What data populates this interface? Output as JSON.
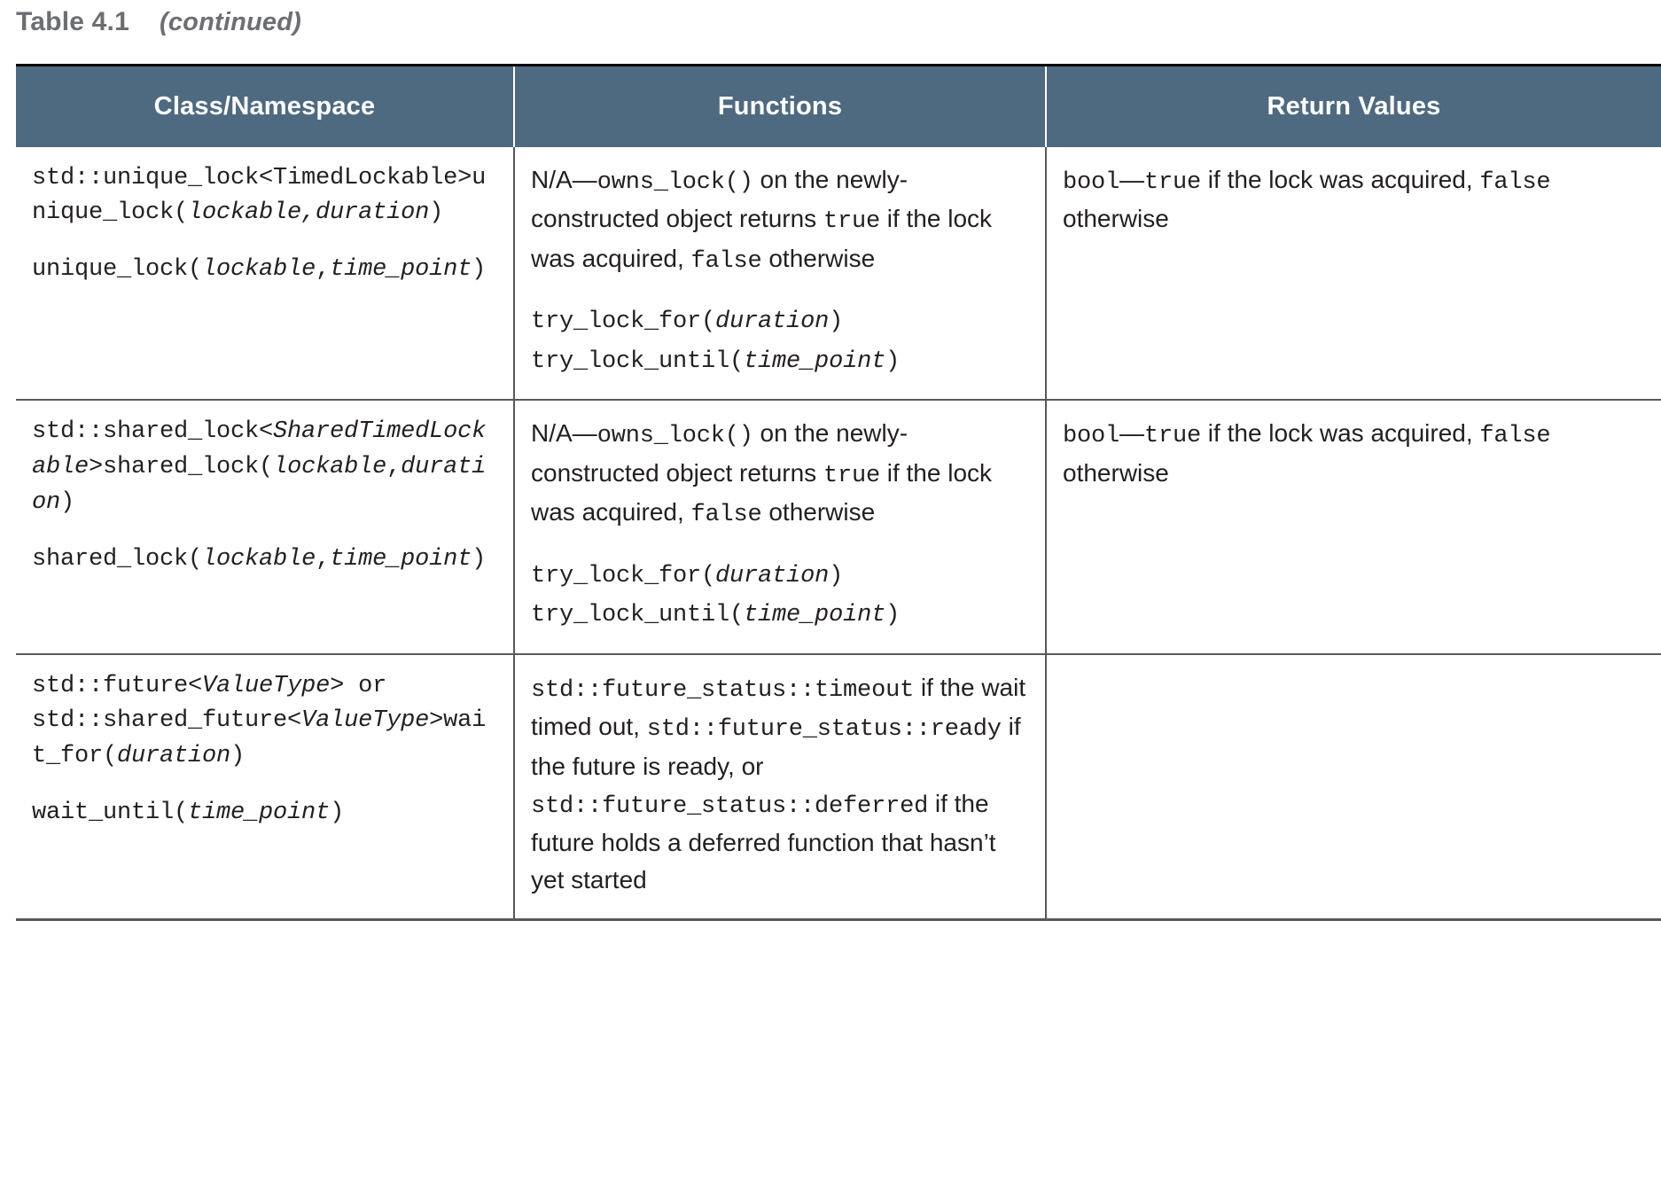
{
  "caption": {
    "number": "Table 4.1",
    "continued": "(continued)"
  },
  "colors": {
    "header_bg": "#4e6a80",
    "header_text": "#ffffff",
    "rule": "#58595b",
    "caption_text": "#6d6e71",
    "body_text": "#231f20"
  },
  "table": {
    "columns": [
      "Class/Namespace",
      "Functions",
      "Return Values"
    ],
    "rows": [
      {
        "class_namespace": {
          "blocks": [
            [
              {
                "t": "std::unique_lock<TimedLockable>unique_lock(",
                "s": "mono"
              },
              {
                "t": "lockable,duration",
                "s": "mono-i"
              },
              {
                "t": ")",
                "s": "mono"
              }
            ],
            [
              {
                "t": "unique_lock(",
                "s": "mono"
              },
              {
                "t": "lockable",
                "s": "mono-i"
              },
              {
                "t": ",",
                "s": "mono"
              },
              {
                "t": "time_point",
                "s": "mono-i"
              },
              {
                "t": ")",
                "s": "mono"
              }
            ]
          ]
        },
        "functions": {
          "blocks": [
            [
              {
                "t": "N/A—",
                "s": "sans"
              },
              {
                "t": "owns_lock()",
                "s": "mono"
              },
              {
                "t": " on the newly-constructed object returns ",
                "s": "sans"
              },
              {
                "t": "true",
                "s": "mono"
              },
              {
                "t": " if the lock was acquired, ",
                "s": "sans"
              },
              {
                "t": "false",
                "s": "mono"
              },
              {
                "t": " otherwise",
                "s": "sans"
              }
            ],
            [
              {
                "t": "try_lock_for(",
                "s": "mono"
              },
              {
                "t": "duration",
                "s": "mono-i"
              },
              {
                "t": ")",
                "s": "mono"
              },
              {
                "t": "\n",
                "s": "br"
              },
              {
                "t": "try_lock_until(",
                "s": "mono"
              },
              {
                "t": "time_point",
                "s": "mono-i"
              },
              {
                "t": ")",
                "s": "mono"
              }
            ]
          ]
        },
        "return_values": {
          "blocks": [
            [
              {
                "t": "bool",
                "s": "mono"
              },
              {
                "t": "—",
                "s": "sans"
              },
              {
                "t": "true",
                "s": "mono"
              },
              {
                "t": " if the lock was acquired, ",
                "s": "sans"
              },
              {
                "t": "false",
                "s": "mono"
              },
              {
                "t": " otherwise",
                "s": "sans"
              }
            ]
          ]
        }
      },
      {
        "class_namespace": {
          "blocks": [
            [
              {
                "t": "std::shared_lock<",
                "s": "mono"
              },
              {
                "t": "SharedTimedLockable",
                "s": "mono-i"
              },
              {
                "t": ">shared_lock(",
                "s": "mono"
              },
              {
                "t": "lockable",
                "s": "mono-i"
              },
              {
                "t": ",",
                "s": "mono"
              },
              {
                "t": "duration",
                "s": "mono-i"
              },
              {
                "t": ")",
                "s": "mono"
              }
            ],
            [
              {
                "t": "shared_lock(",
                "s": "mono"
              },
              {
                "t": "lockable",
                "s": "mono-i"
              },
              {
                "t": ",",
                "s": "mono"
              },
              {
                "t": "time_point",
                "s": "mono-i"
              },
              {
                "t": ")",
                "s": "mono"
              }
            ]
          ]
        },
        "functions": {
          "blocks": [
            [
              {
                "t": "N/A—",
                "s": "sans"
              },
              {
                "t": "owns_lock()",
                "s": "mono"
              },
              {
                "t": " on the newly-constructed object returns ",
                "s": "sans"
              },
              {
                "t": "true",
                "s": "mono"
              },
              {
                "t": " if the lock was acquired, ",
                "s": "sans"
              },
              {
                "t": "false",
                "s": "mono"
              },
              {
                "t": " otherwise",
                "s": "sans"
              }
            ],
            [
              {
                "t": "try_lock_for(",
                "s": "mono"
              },
              {
                "t": "duration",
                "s": "mono-i"
              },
              {
                "t": ")",
                "s": "mono"
              },
              {
                "t": "\n",
                "s": "br"
              },
              {
                "t": "try_lock_until(",
                "s": "mono"
              },
              {
                "t": "time_point",
                "s": "mono-i"
              },
              {
                "t": ")",
                "s": "mono"
              }
            ]
          ]
        },
        "return_values": {
          "blocks": [
            [
              {
                "t": "bool",
                "s": "mono"
              },
              {
                "t": "—",
                "s": "sans"
              },
              {
                "t": "true",
                "s": "mono"
              },
              {
                "t": " if the lock was acquired, ",
                "s": "sans"
              },
              {
                "t": "false",
                "s": "mono"
              },
              {
                "t": " otherwise",
                "s": "sans"
              }
            ]
          ]
        }
      },
      {
        "class_namespace": {
          "blocks": [
            [
              {
                "t": "std::future<",
                "s": "mono"
              },
              {
                "t": "ValueType",
                "s": "mono-i"
              },
              {
                "t": "> or ",
                "s": "mono"
              },
              {
                "t": "\n",
                "s": "br"
              },
              {
                "t": "std::shared_future<",
                "s": "mono"
              },
              {
                "t": "ValueType",
                "s": "mono-i"
              },
              {
                "t": ">wait_for(",
                "s": "mono"
              },
              {
                "t": "duration",
                "s": "mono-i"
              },
              {
                "t": ")",
                "s": "mono"
              }
            ],
            [
              {
                "t": "wait_until(",
                "s": "mono"
              },
              {
                "t": "time_point",
                "s": "mono-i"
              },
              {
                "t": ")",
                "s": "mono"
              }
            ]
          ]
        },
        "functions": {
          "blocks": [
            [
              {
                "t": "std::future_status::timeout",
                "s": "mono"
              },
              {
                "t": " if the wait timed out, ",
                "s": "sans"
              },
              {
                "t": "std::future_status::ready",
                "s": "mono"
              },
              {
                "t": " if the future is ready, or ",
                "s": "sans"
              },
              {
                "t": "std::future_status::deferred",
                "s": "mono"
              },
              {
                "t": " if the future holds a deferred function that hasn’t yet started",
                "s": "sans"
              }
            ]
          ]
        },
        "return_values": {
          "blocks": []
        }
      }
    ]
  }
}
